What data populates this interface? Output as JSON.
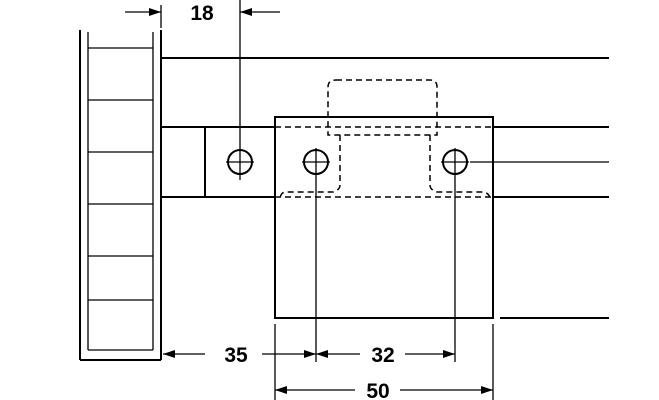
{
  "dimensions": {
    "offset_top": "18",
    "offset_left": "35",
    "hole_spacing": "32",
    "overall_width": "50"
  }
}
